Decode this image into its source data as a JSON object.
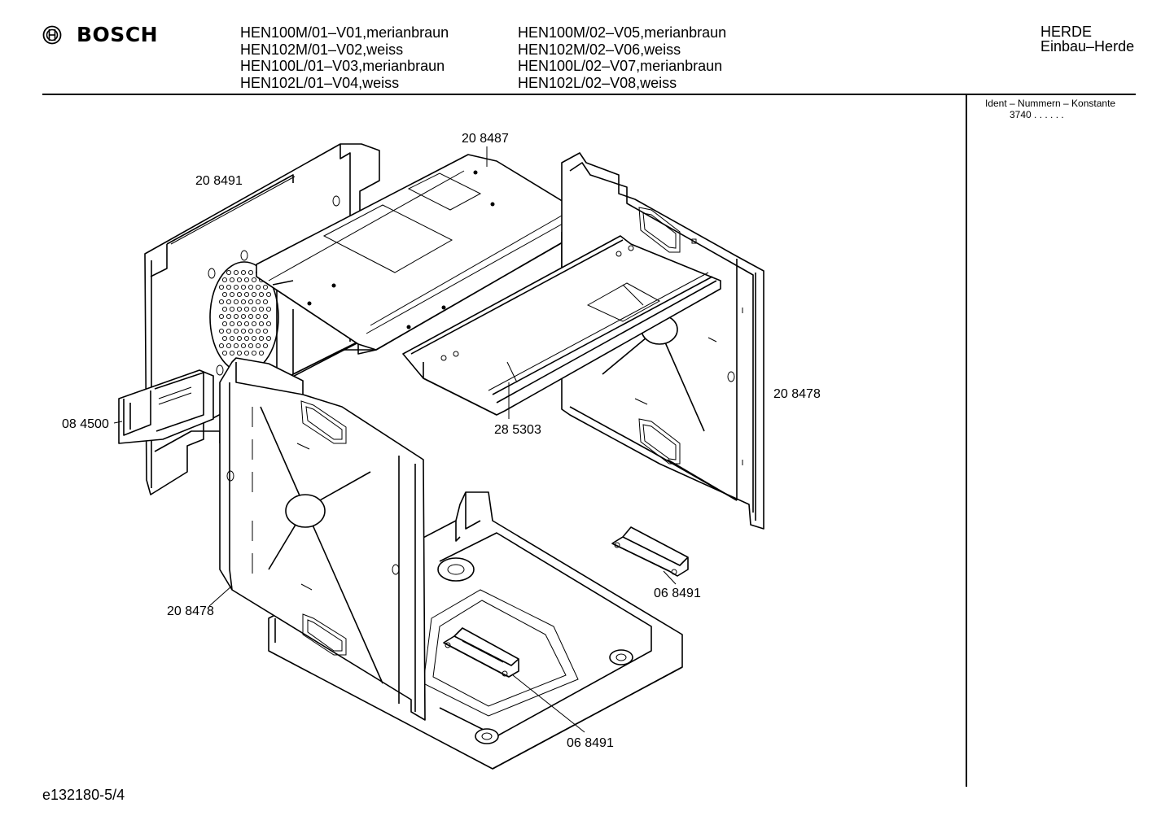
{
  "header": {
    "brand": "BOSCH",
    "models_left": [
      "HEN100M/01–V01,merianbraun",
      "HEN102M/01–V02,weiss",
      "HEN100L/01–V03,merianbraun",
      "HEN102L/01–V04,weiss"
    ],
    "models_right": [
      "HEN100M/02–V05,merianbraun",
      "HEN102M/02–V06,weiss",
      "HEN100L/02–V07,merianbraun",
      "HEN102L/02–V08,weiss"
    ],
    "category": "HERDE",
    "subcategory": "Einbau–Herde"
  },
  "ident": {
    "label": "Ident – Nummern – Konstante",
    "value": "3740 .  .  .  .  .  ."
  },
  "parts": {
    "top_panel": "20 8487",
    "left_side": "20 8491",
    "right_side": "20 8478",
    "tray": "28 5303",
    "connector": "08 4500",
    "front_side": "20 8478",
    "bracket_right": "06 8491",
    "bracket_bottom": "06 8491"
  },
  "footer": {
    "code": "e132180-5/4"
  }
}
